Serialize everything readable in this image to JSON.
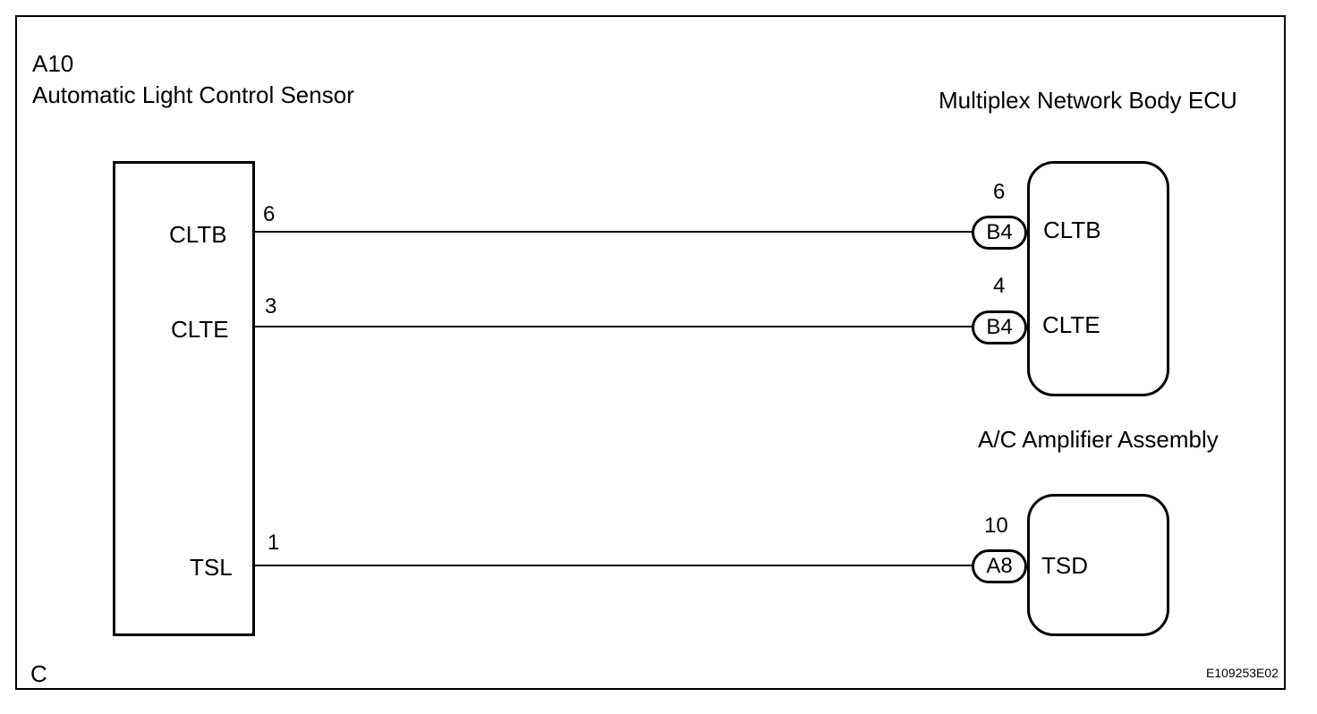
{
  "sensor": {
    "ref": "A10",
    "name": "Automatic Light Control Sensor",
    "terminals": [
      {
        "label": "CLTB",
        "pin": "6"
      },
      {
        "label": "CLTE",
        "pin": "3"
      },
      {
        "label": "TSL",
        "pin": "1"
      }
    ]
  },
  "ecu": {
    "name": "Multiplex Network Body ECU",
    "terminals": [
      {
        "label": "CLTB",
        "pin": "6",
        "connector": "B4"
      },
      {
        "label": "CLTE",
        "pin": "4",
        "connector": "B4"
      }
    ]
  },
  "amplifier": {
    "name": "A/C Amplifier Assembly",
    "terminals": [
      {
        "label": "TSD",
        "pin": "10",
        "connector": "A8"
      }
    ]
  },
  "footer": {
    "corner_letter": "C",
    "figure_code": "E109253E02"
  }
}
